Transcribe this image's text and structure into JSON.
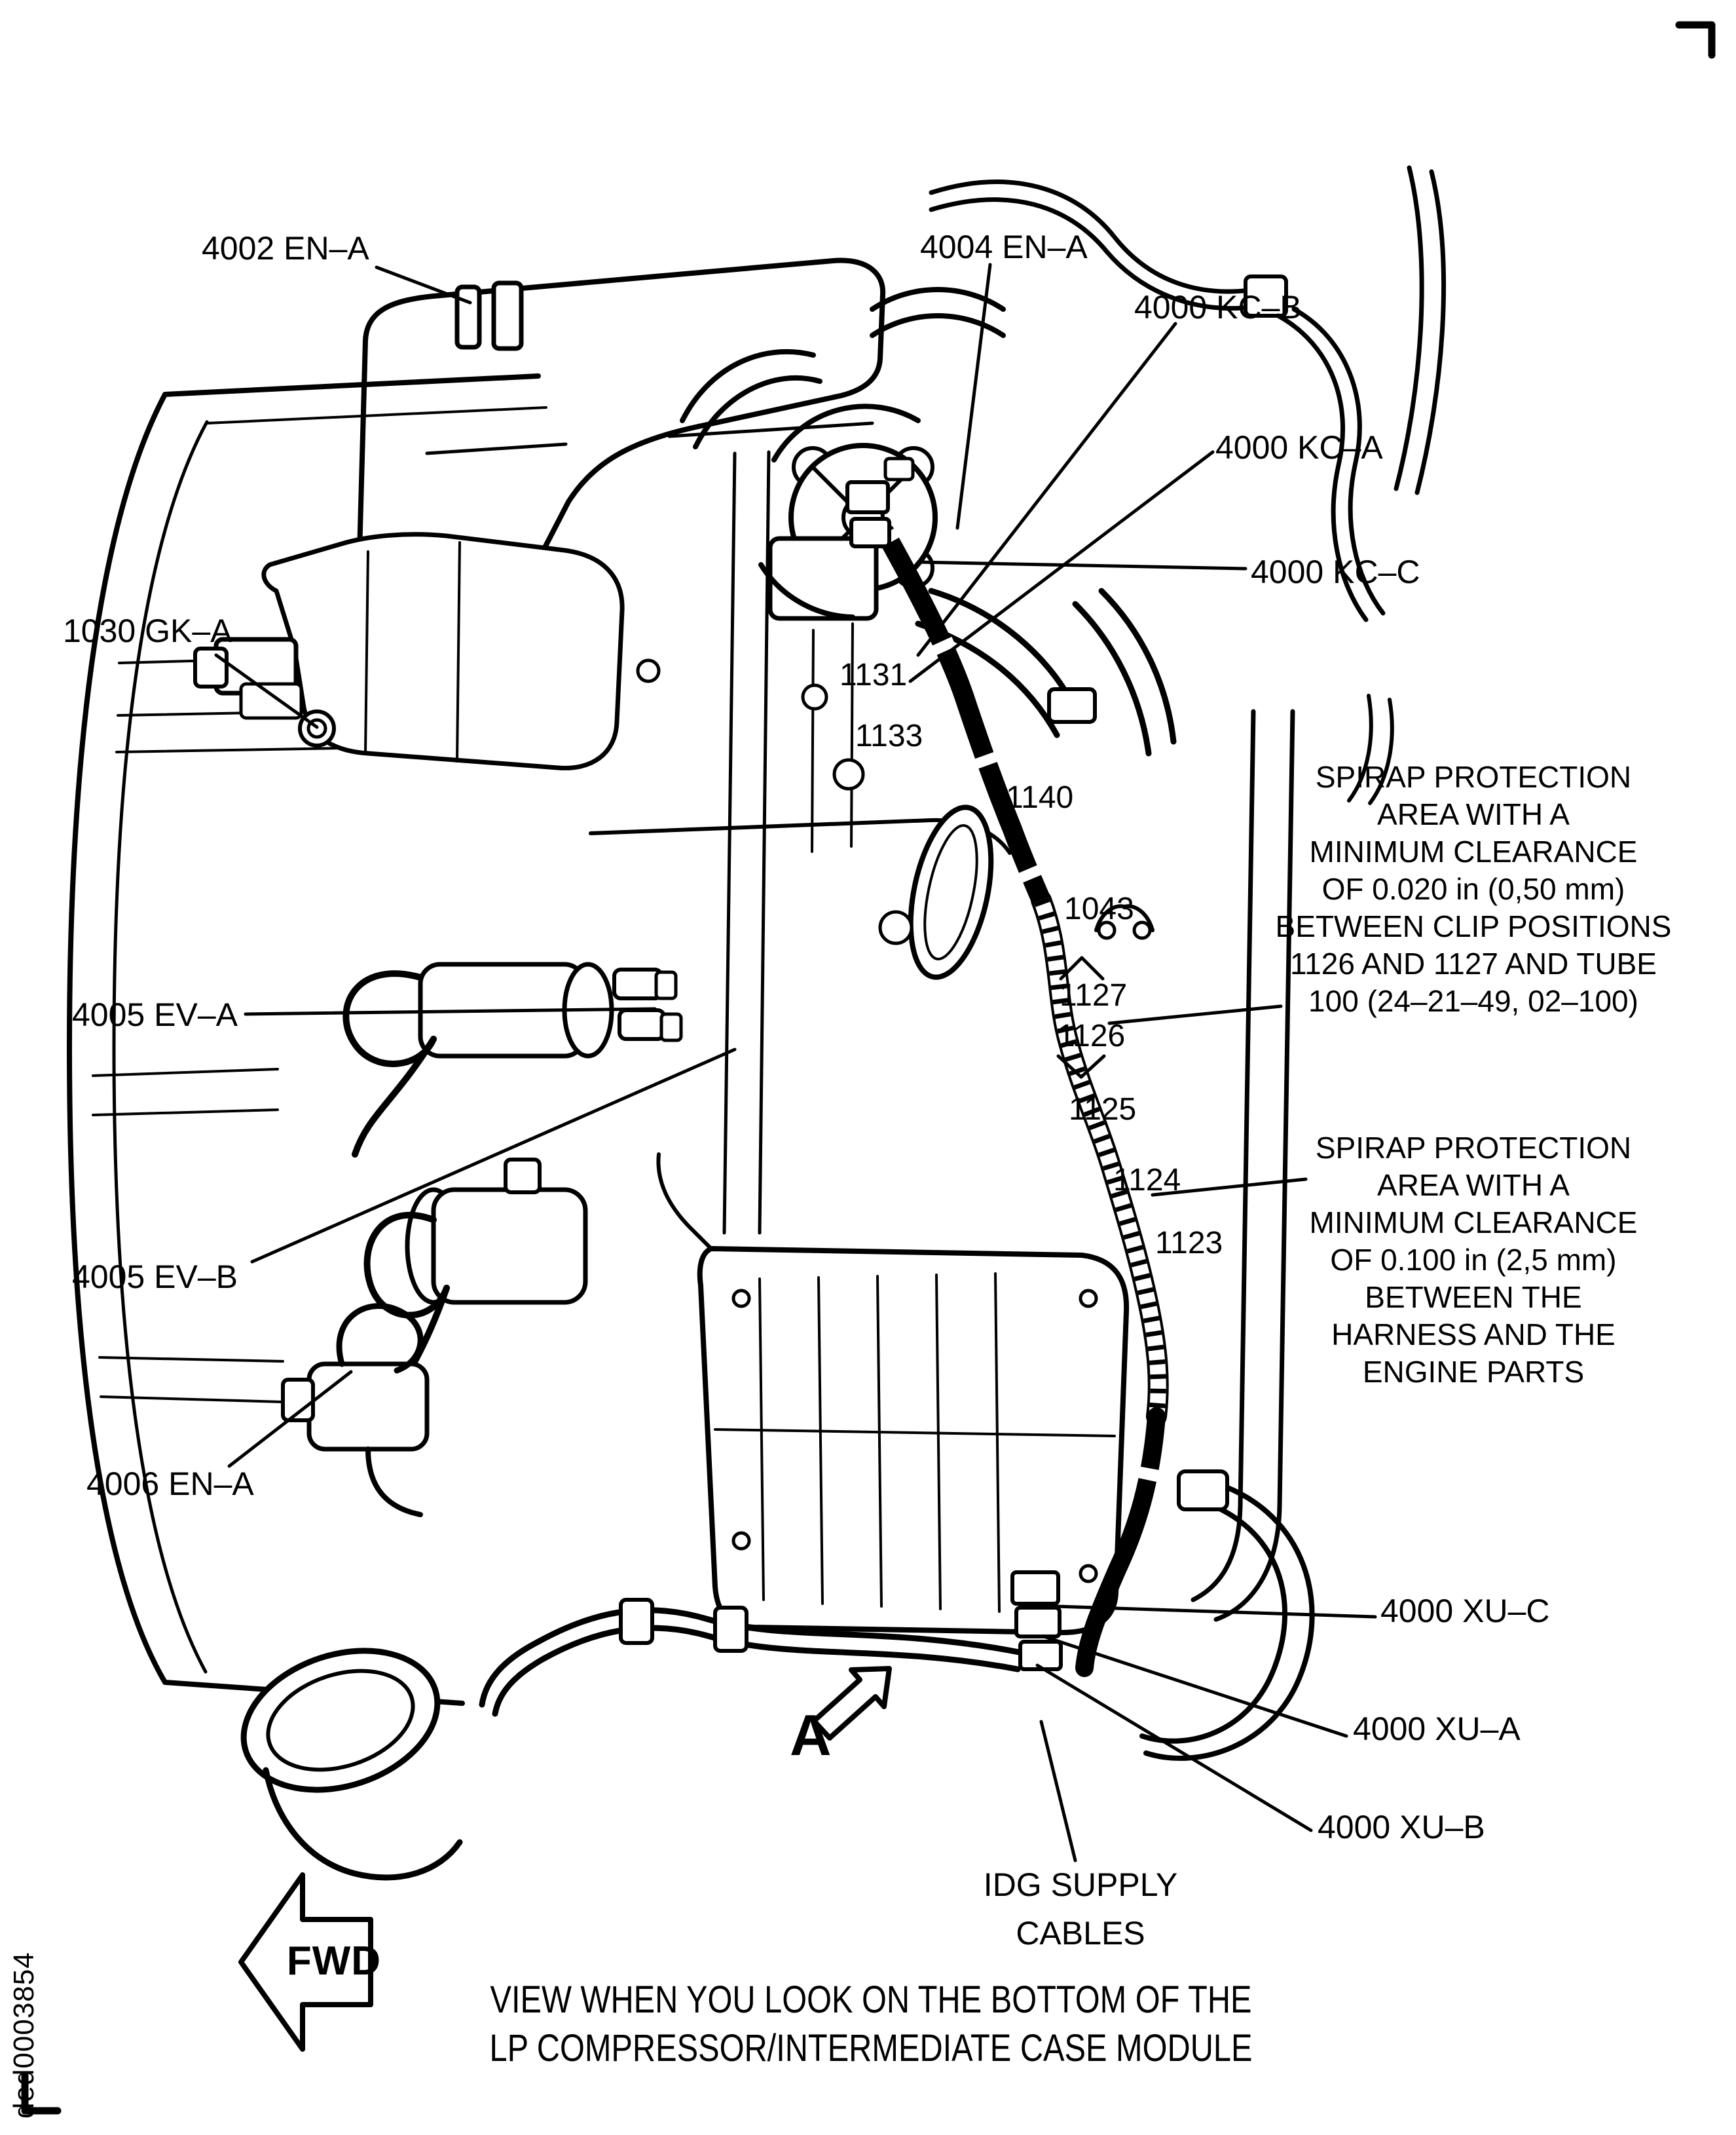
{
  "page": {
    "background": "#ffffff",
    "ink": "#000000"
  },
  "callouts": {
    "en4002": "4002 EN–A",
    "en4004": "4004 EN–A",
    "kcb": "4000 KC–B",
    "kca": "4000 KC–A",
    "kcc": "4000 KC–C",
    "gk1030": "1030 GK–A",
    "ev4005a": "4005 EV–A",
    "ev4005b": "4005 EV–B",
    "en4006": "4006 EN–A",
    "xuc": "4000 XU–C",
    "xua": "4000 XU–A",
    "xub": "4000 XU–B",
    "idg_line1": "IDG SUPPLY",
    "idg_line2": "CABLES"
  },
  "clip_numbers": {
    "n1131": "1131",
    "n1133": "1133",
    "n1140": "1140",
    "n1043": "1043",
    "n1127": "1127",
    "n1126": "1126",
    "n1125": "1125",
    "n1124": "1124",
    "n1123": "1123"
  },
  "notes": {
    "clearance_top": [
      "SPIRAP PROTECTION",
      "AREA WITH A",
      "MINIMUM CLEARANCE",
      "OF 0.020 in (0,50 mm)",
      "BETWEEN CLIP POSITIONS",
      "1126 AND 1127 AND TUBE",
      "100 (24–21–49, 02–100)"
    ],
    "clearance_bottom": [
      "SPIRAP PROTECTION",
      "AREA WITH A",
      "MINIMUM CLEARANCE",
      "OF 0.100 in (2,5 mm)",
      "BETWEEN THE",
      "HARNESS AND THE",
      "ENGINE PARTS"
    ]
  },
  "arrows": {
    "forward": "FWD",
    "detail_view": "A"
  },
  "caption": {
    "line1": "VIEW WHEN YOU LOOK ON THE BOTTOM OF THE",
    "line2": "LP COMPRESSOR/INTERMEDIATE CASE MODULE"
  },
  "doc_id": "ded0003854"
}
